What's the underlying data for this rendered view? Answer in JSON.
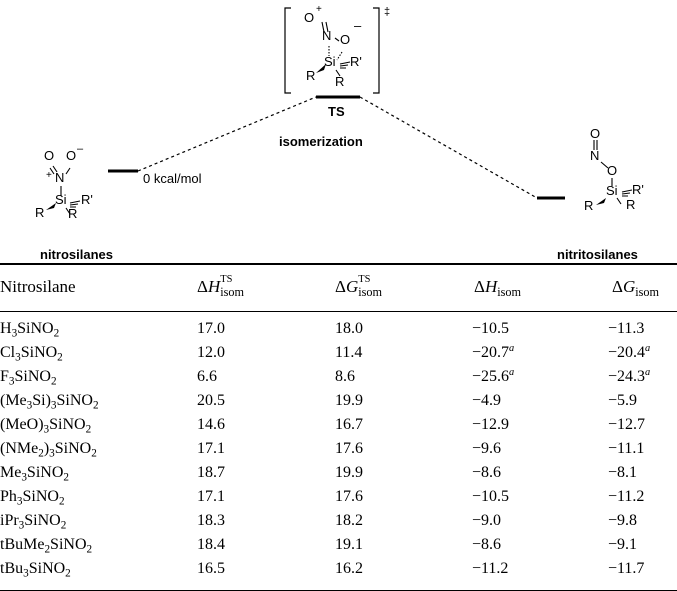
{
  "diagram": {
    "ts_label": "TS",
    "isomerization_label": "isomerization",
    "ts_dagger": "‡",
    "zero_label": "0 kcal/mol",
    "left_label": "nitrosilanes",
    "right_label": "nitritosilanes",
    "atoms": {
      "O": "O",
      "N": "N",
      "Si": "Si",
      "R": "R",
      "Rp": "R'",
      "plus": "+",
      "minus": "–",
      "minus_left": "–"
    }
  },
  "table": {
    "headers": {
      "nitrosilane": "Nitrosilane",
      "delta": "Δ",
      "H": "H",
      "G": "G",
      "ts": "TS",
      "isom": "isom"
    },
    "rows": [
      {
        "name": [
          "H",
          "3",
          "SiNO",
          "2"
        ],
        "dh_ts": "17.0",
        "dg_ts": "18.0",
        "dh": "−10.5",
        "dh_note": "",
        "dg": "−11.3",
        "dg_note": ""
      },
      {
        "name": [
          "Cl",
          "3",
          "SiNO",
          "2"
        ],
        "dh_ts": "12.0",
        "dg_ts": "11.4",
        "dh": "−20.7",
        "dh_note": "a",
        "dg": "−20.4",
        "dg_note": "a"
      },
      {
        "name": [
          "F",
          "3",
          "SiNO",
          "2"
        ],
        "dh_ts": "6.6",
        "dg_ts": "8.6",
        "dh": "−25.6",
        "dh_note": "a",
        "dg": "−24.3",
        "dg_note": "a"
      },
      {
        "name": [
          "(Me",
          "3",
          "Si)",
          "3",
          "SiNO",
          "2"
        ],
        "dh_ts": "20.5",
        "dg_ts": "19.9",
        "dh": "−4.9",
        "dh_note": "",
        "dg": "−5.9",
        "dg_note": ""
      },
      {
        "name": [
          "(MeO)",
          "3",
          "SiNO",
          "2"
        ],
        "dh_ts": "14.6",
        "dg_ts": "16.7",
        "dh": "−12.9",
        "dh_note": "",
        "dg": "−12.7",
        "dg_note": ""
      },
      {
        "name": [
          "(NMe",
          "2",
          ")",
          "3",
          "SiNO",
          "2"
        ],
        "dh_ts": "17.1",
        "dg_ts": "17.6",
        "dh": "−9.6",
        "dh_note": "",
        "dg": "−11.1",
        "dg_note": ""
      },
      {
        "name": [
          "Me",
          "3",
          "SiNO",
          "2"
        ],
        "dh_ts": "18.7",
        "dg_ts": "19.9",
        "dh": "−8.6",
        "dh_note": "",
        "dg": "−8.1",
        "dg_note": ""
      },
      {
        "name": [
          "Ph",
          "3",
          "SiNO",
          "2"
        ],
        "dh_ts": "17.1",
        "dg_ts": "17.6",
        "dh": "−10.5",
        "dh_note": "",
        "dg": "−11.2",
        "dg_note": ""
      },
      {
        "name": [
          "iPr",
          "3",
          "SiNO",
          "2"
        ],
        "dh_ts": "18.3",
        "dg_ts": "18.2",
        "dh": "−9.0",
        "dh_note": "",
        "dg": "−9.8",
        "dg_note": ""
      },
      {
        "name": [
          "tBuMe",
          "2",
          "SiNO",
          "2"
        ],
        "dh_ts": "18.4",
        "dg_ts": "19.1",
        "dh": "−8.6",
        "dh_note": "",
        "dg": "−9.1",
        "dg_note": ""
      },
      {
        "name": [
          "tBu",
          "3",
          "SiNO",
          "2"
        ],
        "dh_ts": "16.5",
        "dg_ts": "16.2",
        "dh": "−11.2",
        "dh_note": "",
        "dg": "−11.7",
        "dg_note": ""
      }
    ]
  }
}
